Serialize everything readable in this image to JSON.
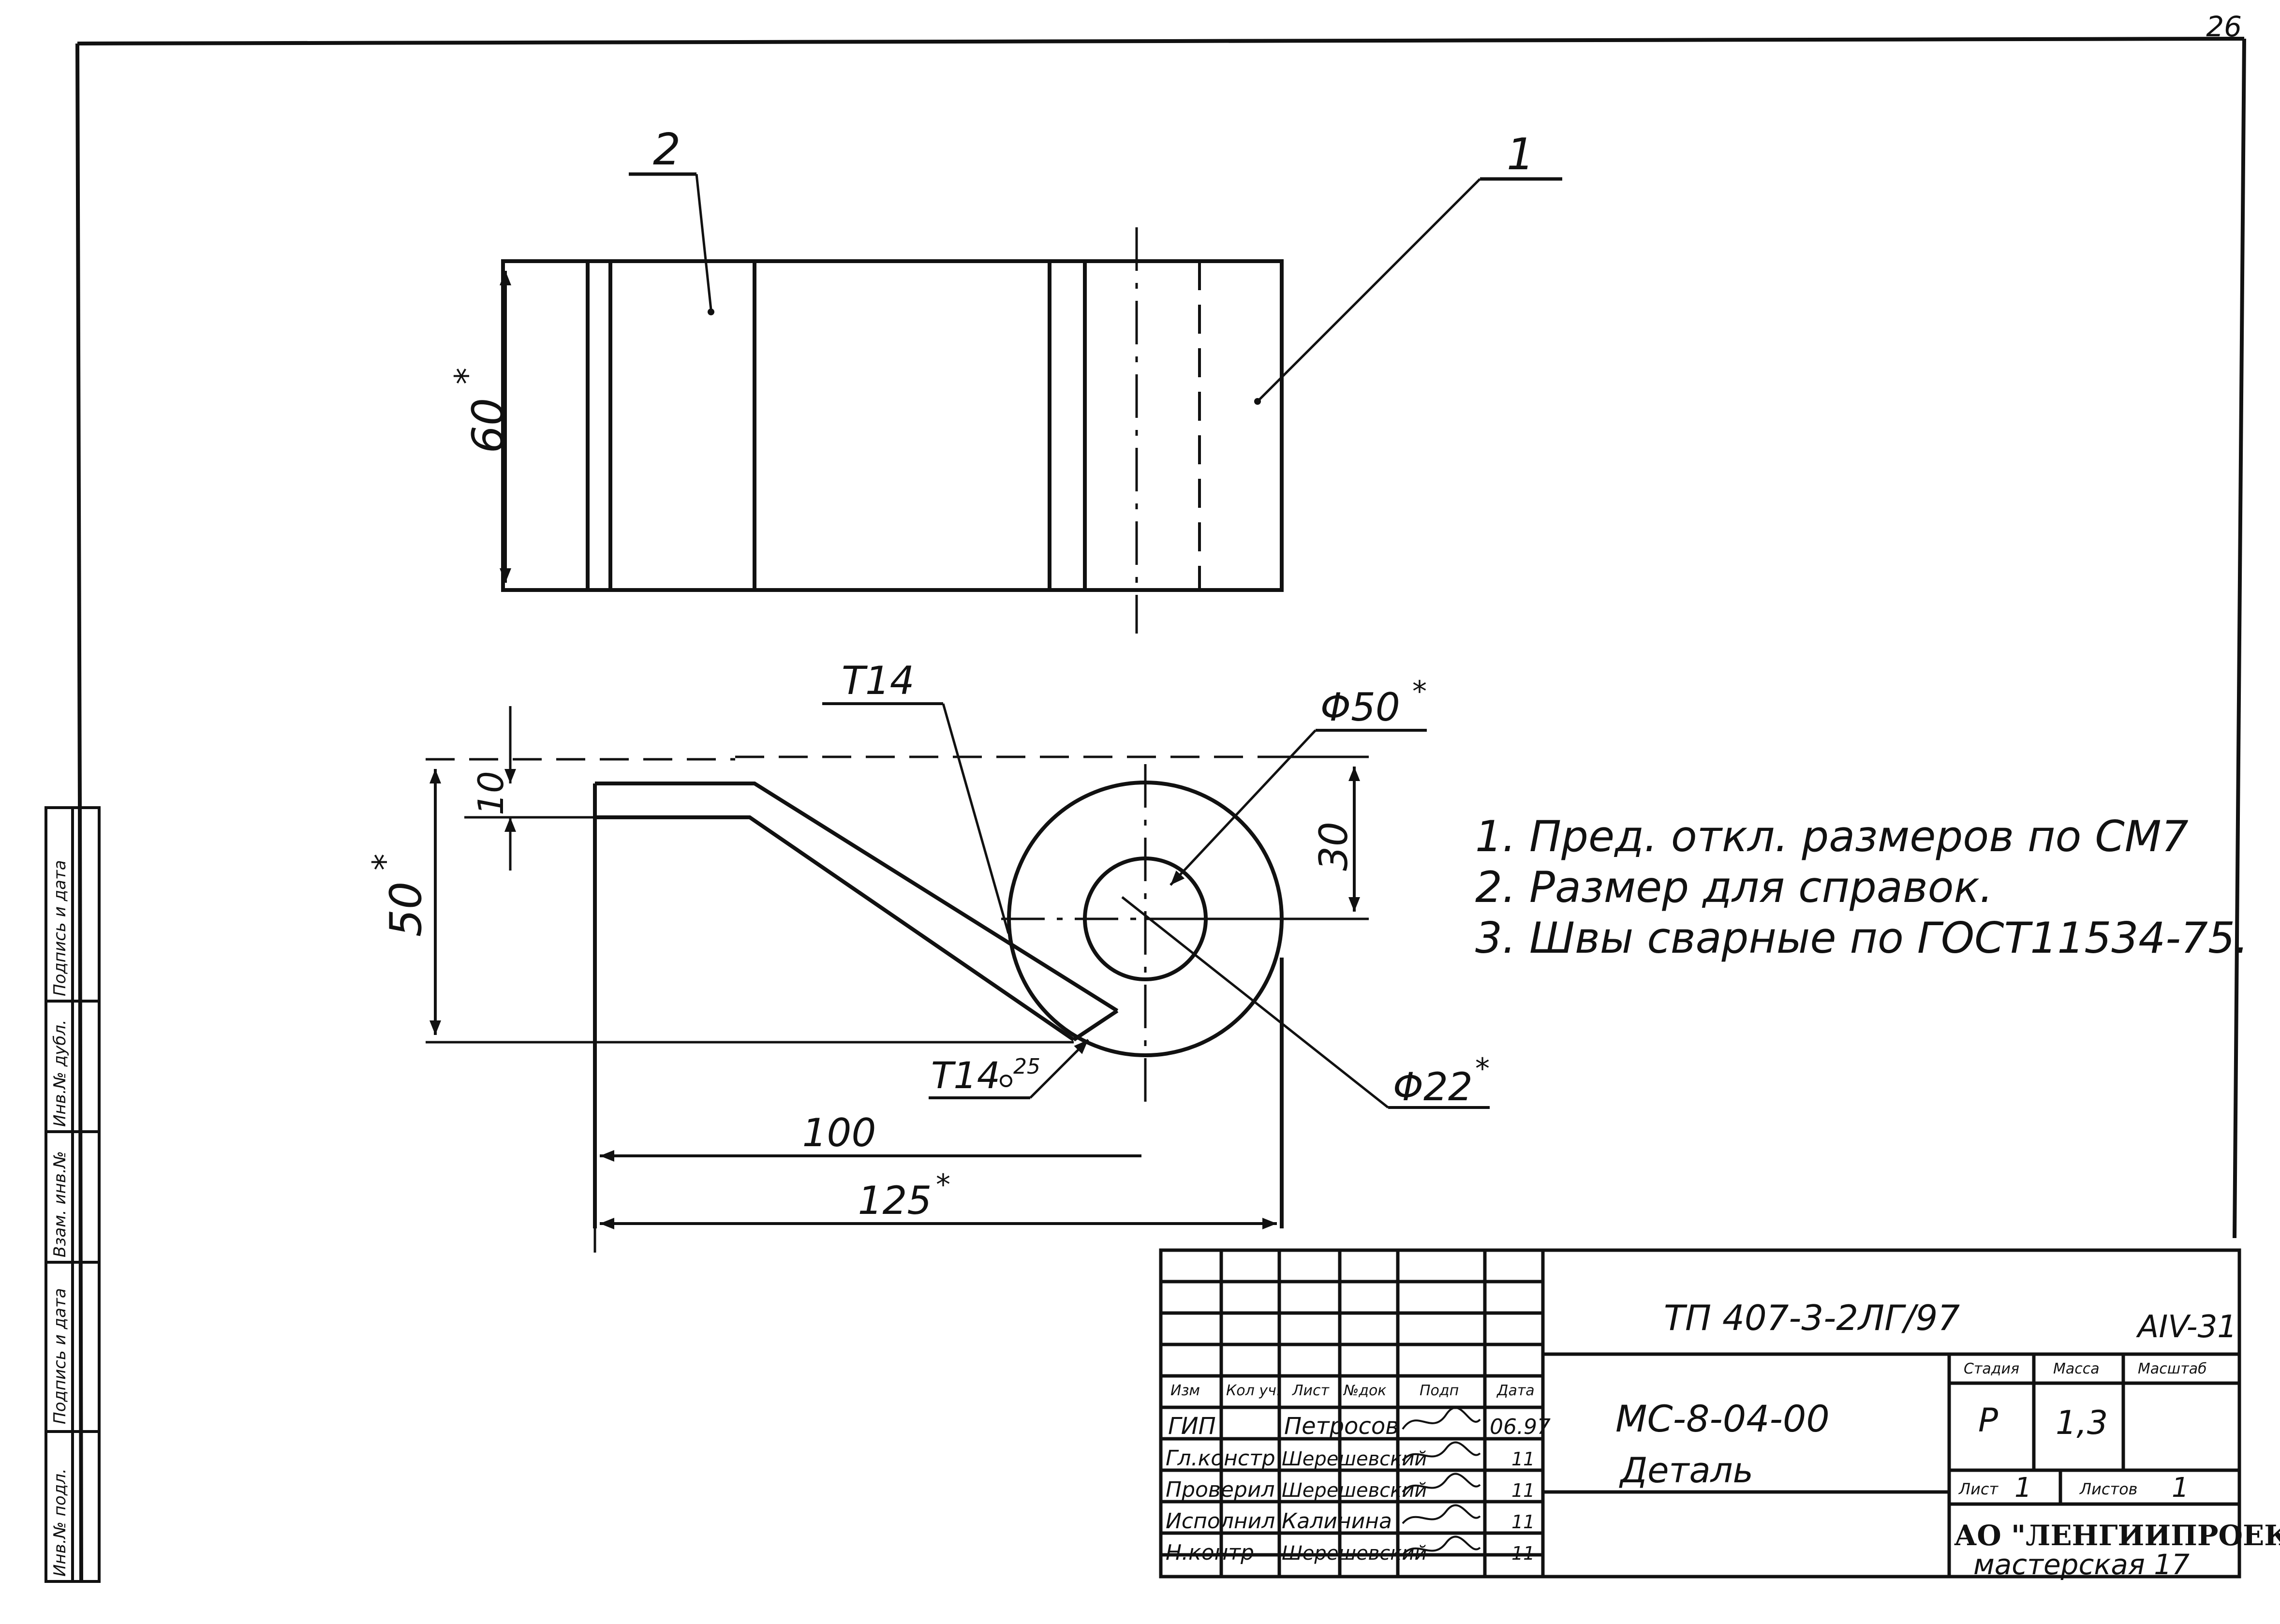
{
  "page_number": "26",
  "callouts": {
    "part_2": "2",
    "part_1": "1"
  },
  "dimensions": {
    "height_60": "60",
    "star": "*",
    "weld_t14_top": "T14",
    "diameter_50": "Φ50",
    "offset_10": "10",
    "height_30": "30",
    "height_50": "50",
    "weld_t14_bottom": "T14",
    "weld_leg": "25",
    "diameter_22": "Φ22",
    "length_100": "100",
    "length_125": "125"
  },
  "notes": [
    "1. Пред. откл. размеров по СМ7",
    "2. Размер для справок.",
    "3. Швы сварные по ГОСТ11534-75."
  ],
  "side_stamp": {
    "col1": "Инв.№ подл.",
    "col2": "Подпись и дата",
    "col3": "Взам. инв.№",
    "col4": "Инв.№ дубл.",
    "col5": "Подпись и дата"
  },
  "title_block": {
    "doc_code": "ТП 407-3-2ЛГ/97",
    "sheet_ref": "АIV-31",
    "columns": {
      "izm": "Изм",
      "kol_uch": "Кол уч.",
      "list": "Лист",
      "n_dok": "№док",
      "podp": "Подп",
      "data": "Дата"
    },
    "rows": [
      {
        "role": "ГИП",
        "name": "Петросов",
        "date": "06.97"
      },
      {
        "role": "Гл.констр",
        "name": "Шерешевский",
        "date": "11"
      },
      {
        "role": "Проверил",
        "name": "Шерешевский",
        "date": "11"
      },
      {
        "role": "Исполнил",
        "name": "Калинина",
        "date": "11"
      },
      {
        "role": "Н.контр",
        "name": "Шерешевский",
        "date": "11"
      }
    ],
    "designation": "МС-8-04-00",
    "item_name": "Деталь",
    "stage_label": "Стадия",
    "mass_label": "Масса",
    "scale_label": "Масштаб",
    "stage": "Р",
    "mass": "1,3",
    "sheet_label": "Лист",
    "sheet": "1",
    "sheets_label": "Листов",
    "sheets": "1",
    "company": "АО \"ЛЕНГИИПРОЕКТ\"",
    "workshop": "мастерская 17"
  }
}
